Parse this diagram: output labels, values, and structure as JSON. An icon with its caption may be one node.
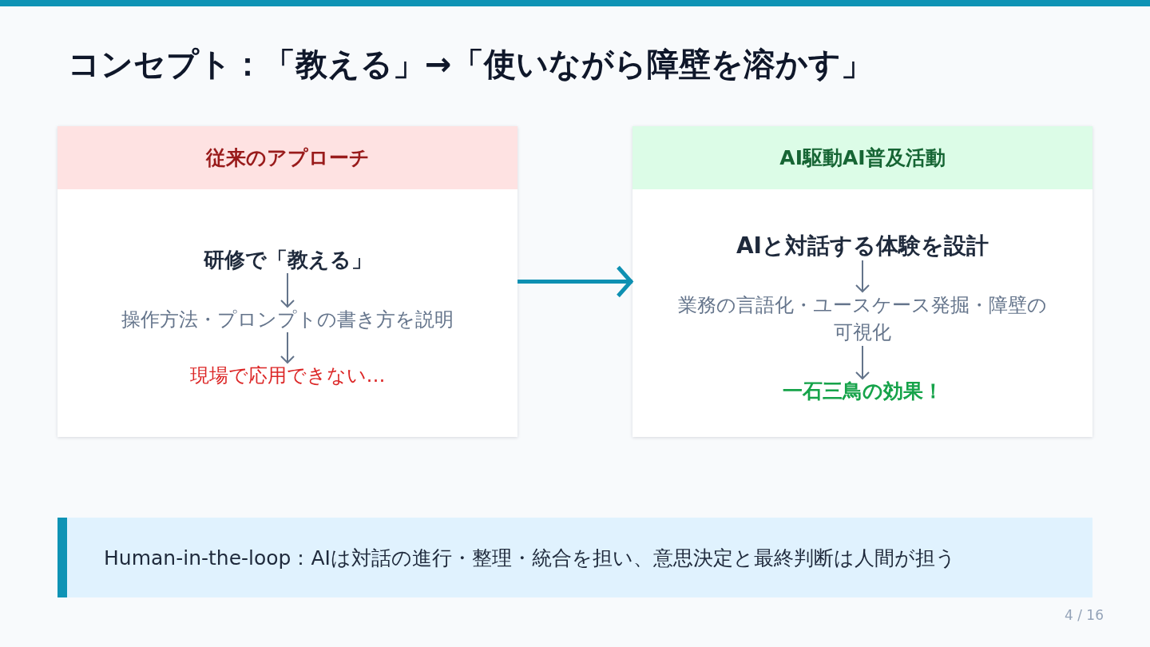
{
  "diagram": {
    "title": "コンセプト：「教える」→「使いながら障壁を溶かす」",
    "nodes": [
      {
        "text": [
          "従来のアプローチ"
        ]
      },
      {
        "text": [
          "研修で「教える」"
        ],
        "in": 0
      },
      {
        "text": [
          "操作方法・プロンプトの書き方を説明"
        ],
        "in": 0
      },
      {
        "text": [
          "現場で応用できない…"
        ],
        "in": 0
      },
      {
        "text": [
          "AI駆動AI普及活動"
        ]
      },
      {
        "text": [
          "AIと対話する体験を設計"
        ],
        "in": 4
      },
      {
        "text": [
          "業務の言語化・ユースケース発掘・障壁の可視化"
        ],
        "in": 4
      },
      {
        "text": [
          "一石三鳥の効果！"
        ],
        "in": 4
      },
      {
        "text": [
          "Human-in-the-loop：AIは対話の進行・整理・統合を担い、意思決定と最終判断は人間が担う"
        ]
      }
    ],
    "edges": [
      {
        "from": 1,
        "to": 2,
        "arrow": "to"
      },
      {
        "from": 2,
        "to": 3,
        "arrow": "to"
      },
      {
        "from": 0,
        "to": 4,
        "arrow": "to",
        "style": "thick",
        "color": "#0e90b2"
      },
      {
        "from": 5,
        "to": 6,
        "arrow": "to"
      },
      {
        "from": 6,
        "to": 7,
        "arrow": "to"
      }
    ],
    "labels": [
      "4 / 16"
    ]
  }
}
